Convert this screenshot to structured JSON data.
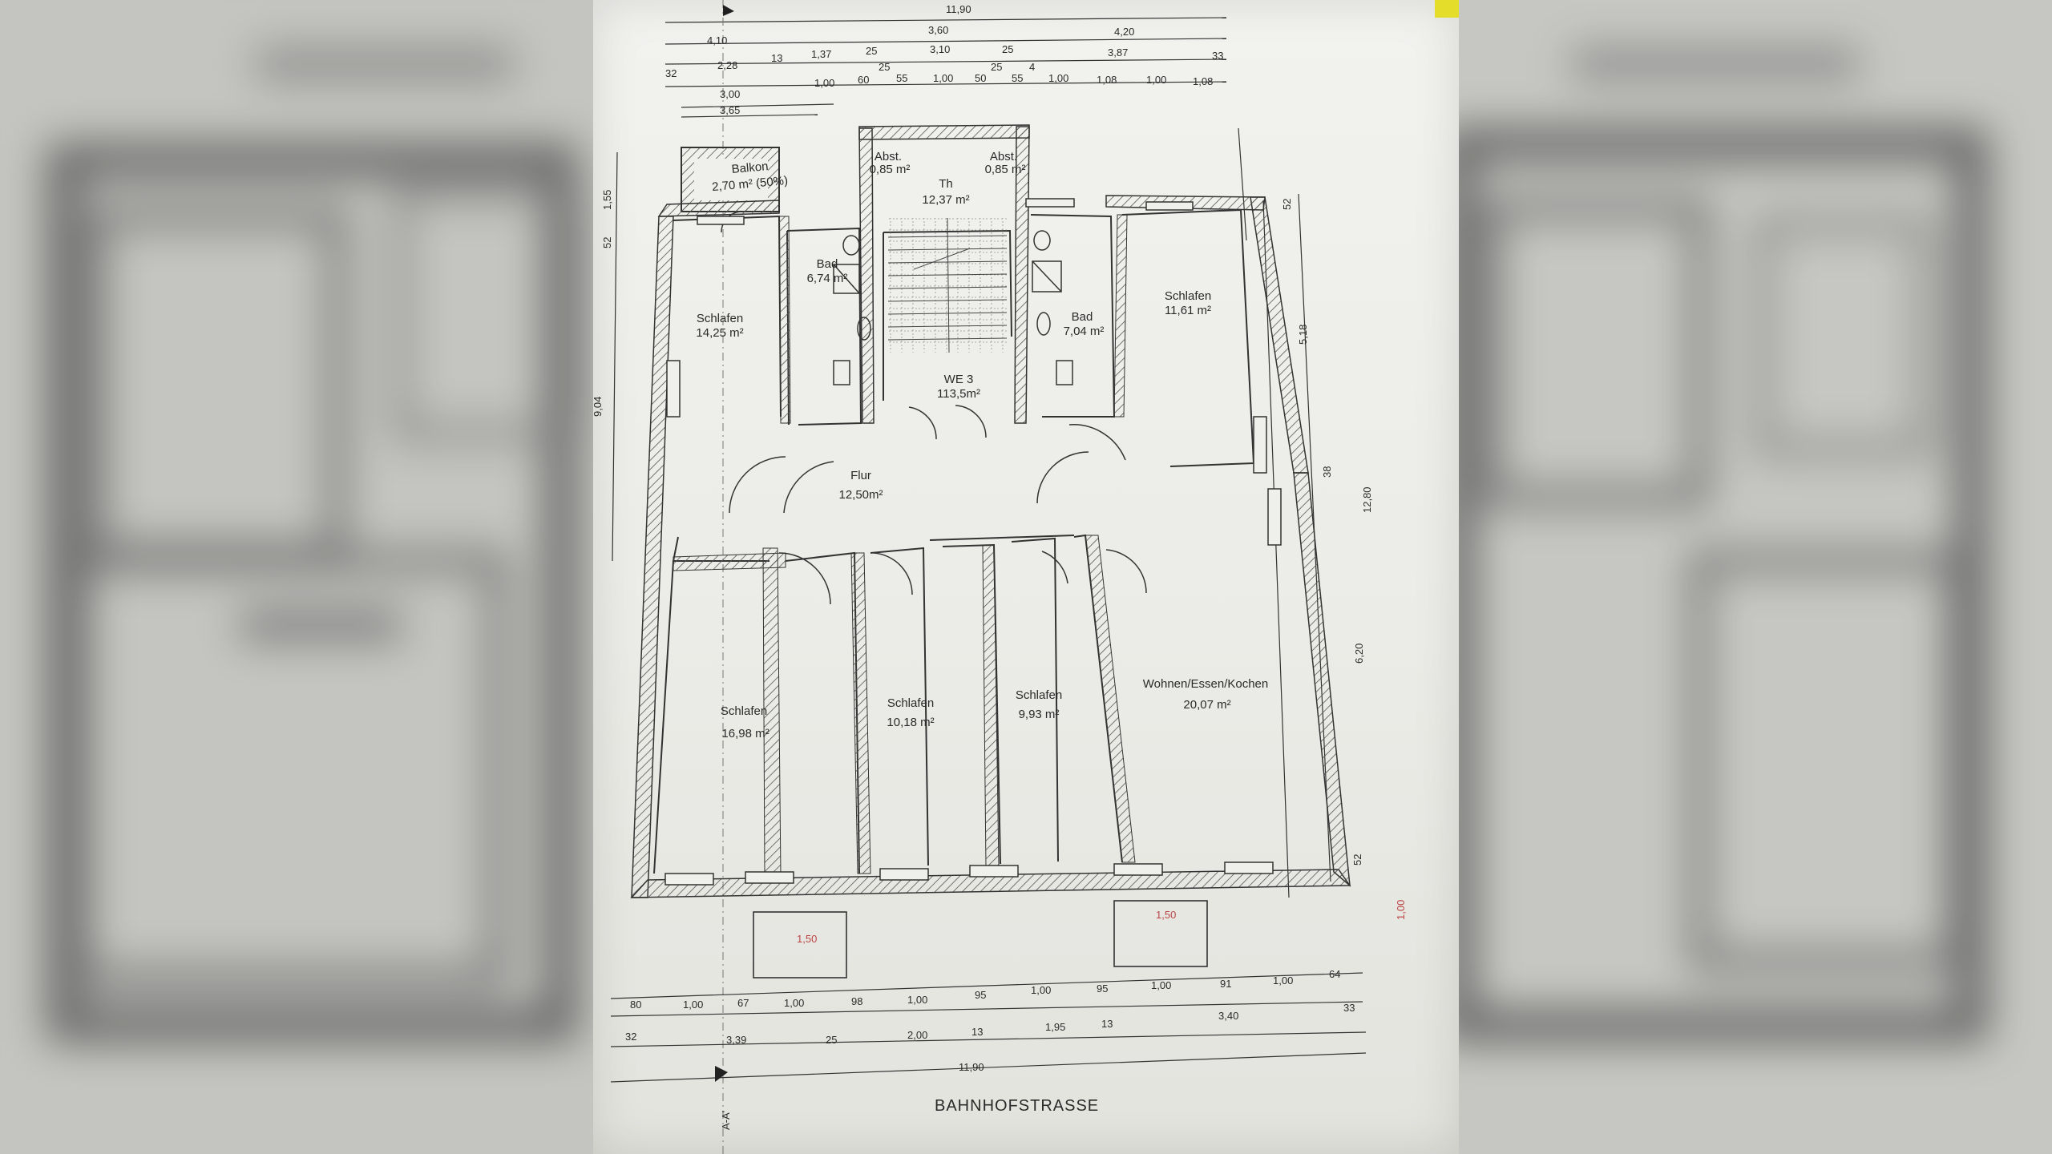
{
  "plan": {
    "street": "BAHNHOFSTRASSE",
    "section_mark": "A-A'",
    "apartment": {
      "label": "WE 3",
      "area": "113,5m²"
    },
    "rooms": [
      {
        "id": "balkon",
        "name": "Balkon",
        "area": "2,70 m² (50%)"
      },
      {
        "id": "abst-left",
        "name": "Abst.",
        "area": "0,85 m²"
      },
      {
        "id": "abst-right",
        "name": "Abst.",
        "area": "0,85 m²"
      },
      {
        "id": "th",
        "name": "Th",
        "area": "12,37 m²"
      },
      {
        "id": "bad-left",
        "name": "Bad",
        "area": "6,74 m²"
      },
      {
        "id": "bad-right",
        "name": "Bad",
        "area": "7,04 m²"
      },
      {
        "id": "schlafen-nw",
        "name": "Schlafen",
        "area": "14,25 m²"
      },
      {
        "id": "schlafen-ne",
        "name": "Schlafen",
        "area": "11,61 m²"
      },
      {
        "id": "flur",
        "name": "Flur",
        "area": "12,50m²"
      },
      {
        "id": "schlafen-sw",
        "name": "Schlafen",
        "area": "16,98 m²"
      },
      {
        "id": "schlafen-s2",
        "name": "Schlafen",
        "area": "10,18 m²"
      },
      {
        "id": "schlafen-s3",
        "name": "Schlafen",
        "area": "9,93 m²"
      },
      {
        "id": "wohnen",
        "name": "Wohnen/Essen/Kochen",
        "area": "20,07 m²"
      }
    ],
    "dims_top": {
      "row1": [
        "11,90"
      ],
      "row2": [
        "4,10",
        "3,60",
        "4,20"
      ],
      "row3": [
        "32",
        "2,28",
        "13",
        "1,37",
        "25",
        "3,10",
        "25",
        "3,87",
        "33"
      ],
      "row4": [
        "25",
        "25",
        "4"
      ],
      "row5": [
        "3,00",
        "1,00",
        "60",
        "55",
        "1,00",
        "50",
        "55",
        "1,00",
        "1,08",
        "1,00",
        "1,08"
      ],
      "row6": [
        "3,65"
      ]
    },
    "dims_left": [
      "1,55",
      "52",
      "9,04"
    ],
    "dims_right": [
      "52",
      "5,18",
      "38",
      "12,80",
      "6,20",
      "52",
      "1,00"
    ],
    "dims_bottom": {
      "row1": [
        "80",
        "1,00",
        "67",
        "1,00",
        "98",
        "1,00",
        "95",
        "1,00",
        "95",
        "1,00",
        "91",
        "1,00",
        "64"
      ],
      "row2": [
        "32",
        "3,39",
        "25",
        "2,00",
        "13",
        "1,95",
        "13",
        "3,40",
        "33"
      ],
      "row3": [
        "11,90"
      ]
    },
    "balcony_depths": [
      "1,50",
      "1,50"
    ]
  }
}
